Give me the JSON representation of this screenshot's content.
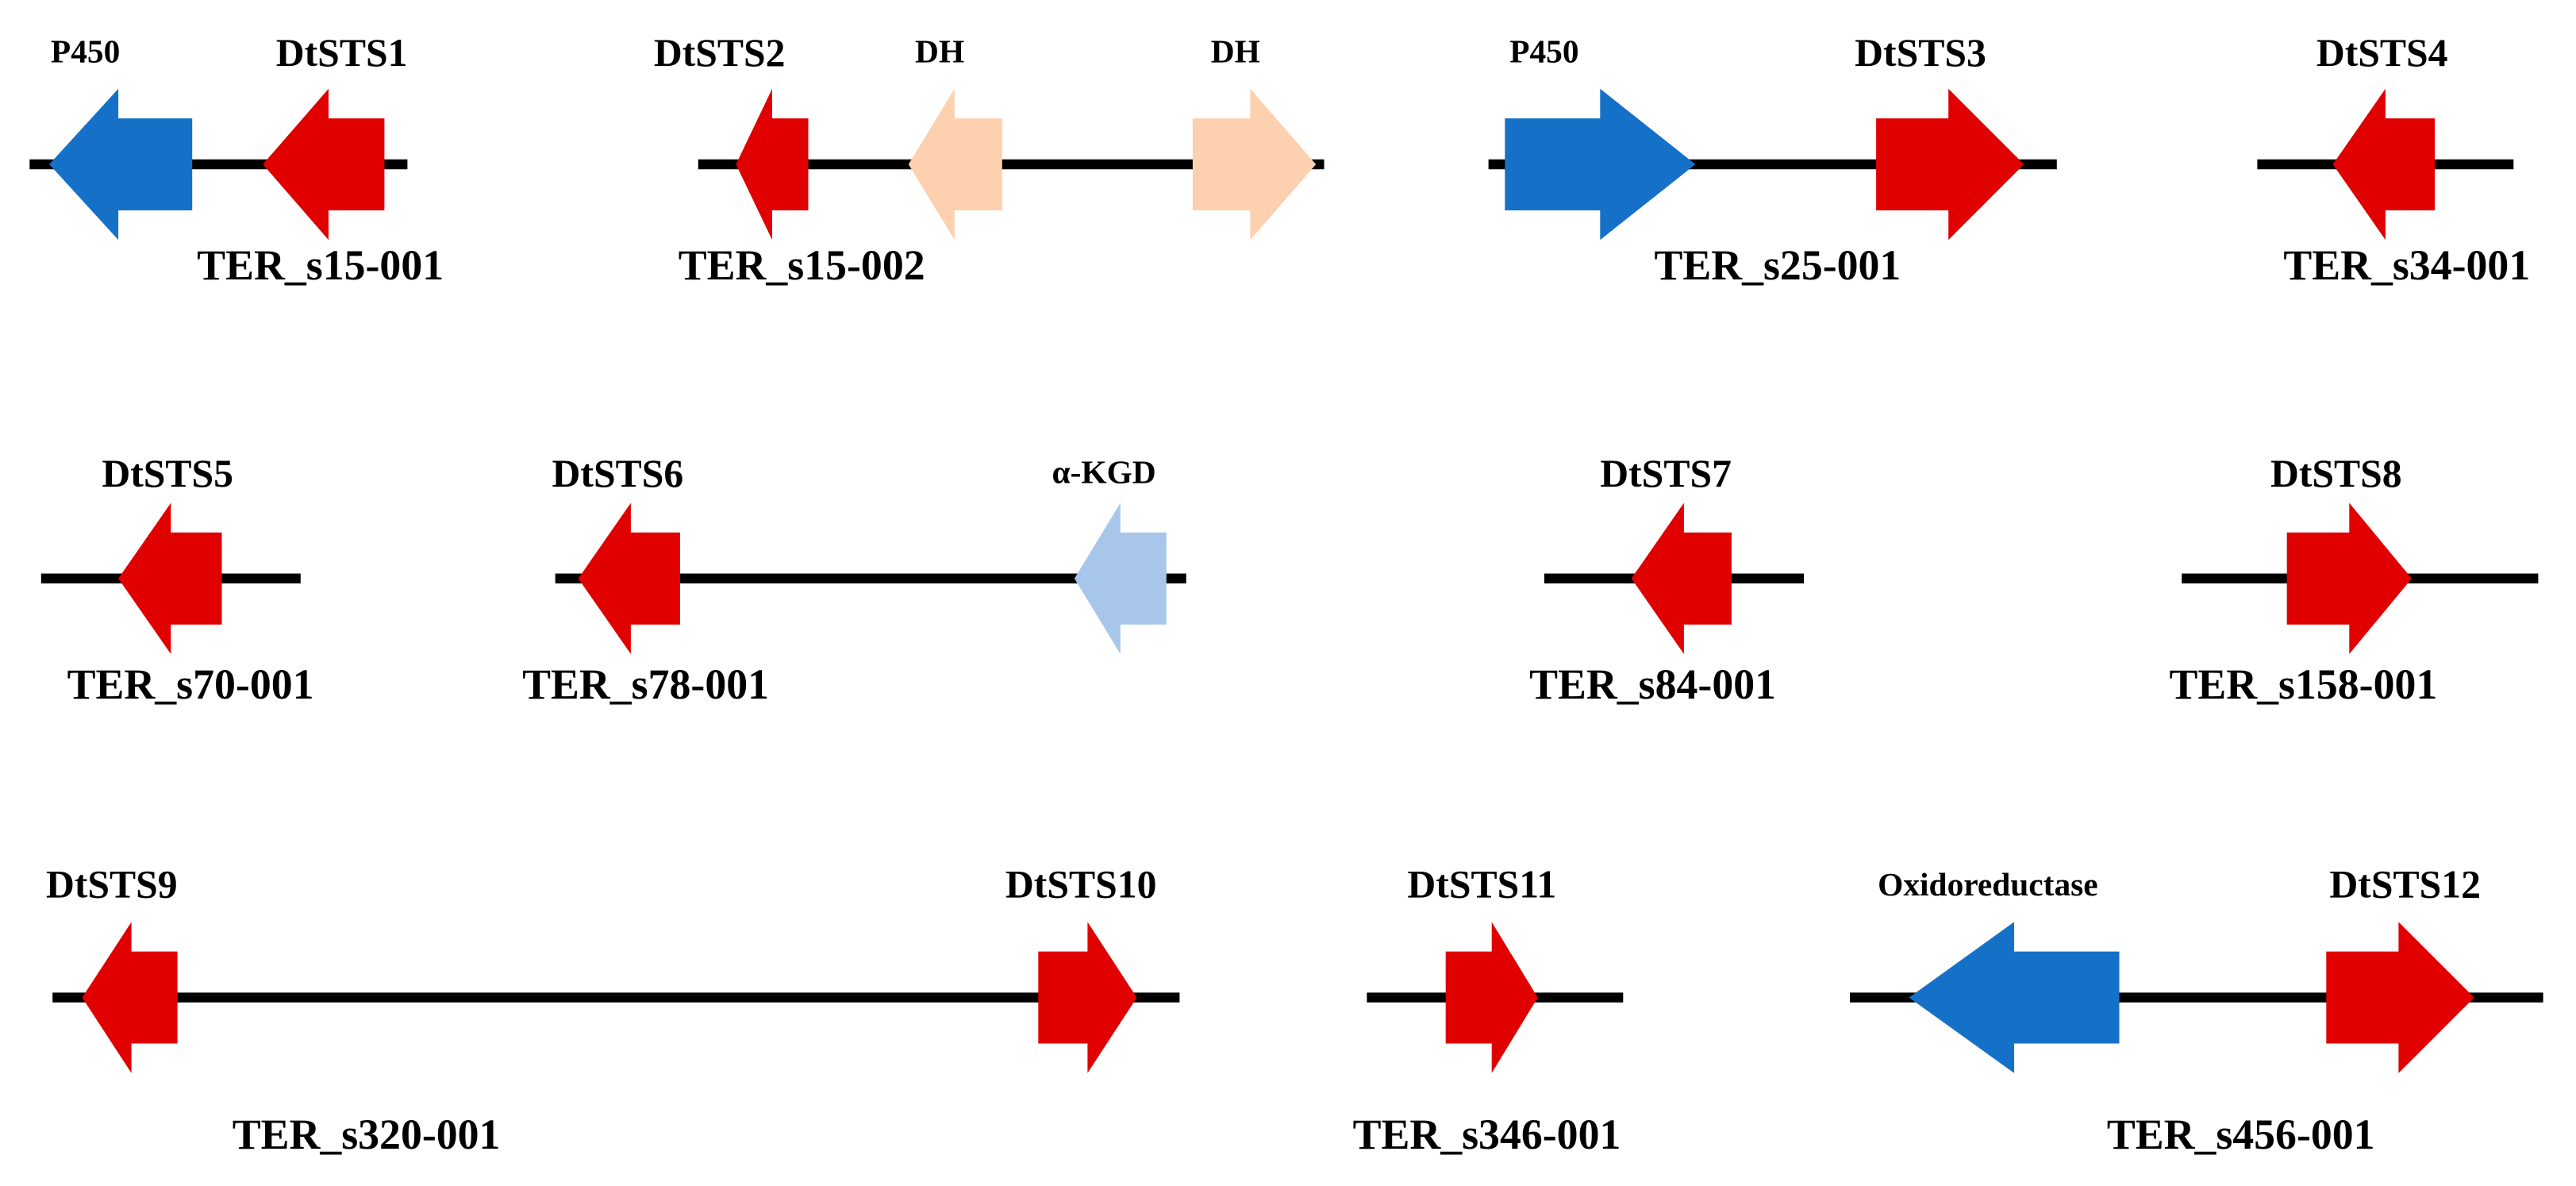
{
  "colors": {
    "sts": "#e00000",
    "p450": "#1570c8",
    "dh": "#fdd0b0",
    "akgd": "#a8c6ea",
    "oxidoreductase": "#1570c8",
    "backbone": "#000000"
  },
  "clusters": [
    {
      "scaffold": "TER_s15-001",
      "genes": [
        {
          "label": "P450",
          "kind": "p450",
          "direction": "left"
        },
        {
          "label": "DtSTS1",
          "kind": "sts",
          "direction": "left"
        }
      ]
    },
    {
      "scaffold": "TER_s15-002",
      "genes": [
        {
          "label": "DtSTS2",
          "kind": "sts",
          "direction": "left"
        },
        {
          "label": "DH",
          "kind": "dh",
          "direction": "left"
        },
        {
          "label": "DH",
          "kind": "dh",
          "direction": "right"
        }
      ]
    },
    {
      "scaffold": "TER_s25-001",
      "genes": [
        {
          "label": "P450",
          "kind": "p450",
          "direction": "right"
        },
        {
          "label": "DtSTS3",
          "kind": "sts",
          "direction": "right"
        }
      ]
    },
    {
      "scaffold": "TER_s34-001",
      "genes": [
        {
          "label": "DtSTS4",
          "kind": "sts",
          "direction": "left"
        }
      ]
    },
    {
      "scaffold": "TER_s70-001",
      "genes": [
        {
          "label": "DtSTS5",
          "kind": "sts",
          "direction": "left"
        }
      ]
    },
    {
      "scaffold": "TER_s78-001",
      "genes": [
        {
          "label": "DtSTS6",
          "kind": "sts",
          "direction": "left"
        },
        {
          "label": "α-KGD",
          "kind": "akgd",
          "direction": "left"
        }
      ]
    },
    {
      "scaffold": "TER_s84-001",
      "genes": [
        {
          "label": "DtSTS7",
          "kind": "sts",
          "direction": "left"
        }
      ]
    },
    {
      "scaffold": "TER_s158-001",
      "genes": [
        {
          "label": "DtSTS8",
          "kind": "sts",
          "direction": "right"
        }
      ]
    },
    {
      "scaffold": "TER_s320-001",
      "genes": [
        {
          "label": "DtSTS9",
          "kind": "sts",
          "direction": "left"
        },
        {
          "label": "DtSTS10",
          "kind": "sts",
          "direction": "right"
        }
      ]
    },
    {
      "scaffold": "TER_s346-001",
      "genes": [
        {
          "label": "DtSTS11",
          "kind": "sts",
          "direction": "right"
        }
      ]
    },
    {
      "scaffold": "TER_s456-001",
      "genes": [
        {
          "label": "Oxidoreductase",
          "kind": "oxidoreductase",
          "direction": "left"
        },
        {
          "label": "DtSTS12",
          "kind": "sts",
          "direction": "right"
        }
      ]
    }
  ]
}
